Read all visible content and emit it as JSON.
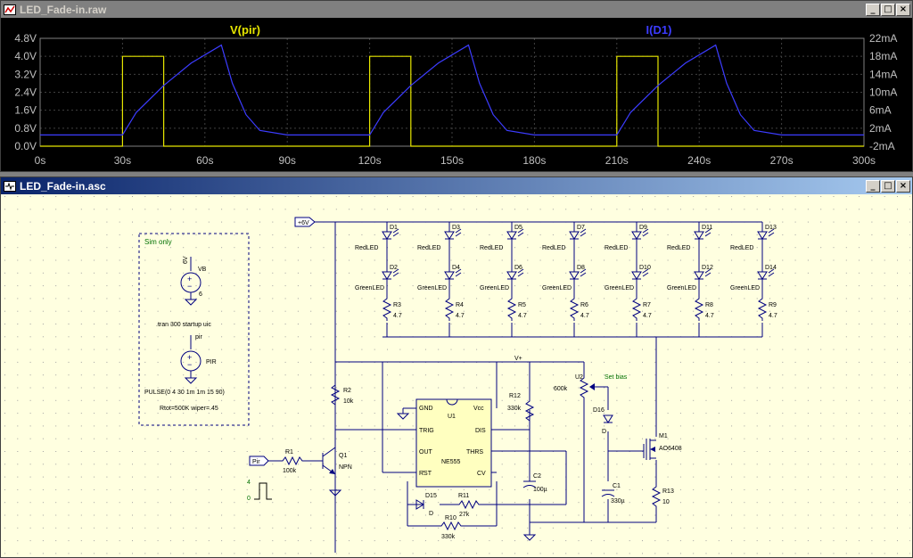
{
  "waveform_window": {
    "title": "LED_Fade-in.raw",
    "trace_labels": {
      "pir": "V(pir)",
      "d1": "I(D1)"
    },
    "colors": {
      "pir": "#e6e600",
      "d1": "#3c3cff",
      "grid": "#404040"
    },
    "y_left_ticks": [
      "4.8V",
      "4.0V",
      "3.2V",
      "2.4V",
      "1.6V",
      "0.8V",
      "0.0V"
    ],
    "y_right_ticks": [
      "22mA",
      "18mA",
      "14mA",
      "10mA",
      "6mA",
      "2mA",
      "-2mA"
    ],
    "x_ticks": [
      "0s",
      "30s",
      "60s",
      "90s",
      "120s",
      "150s",
      "180s",
      "210s",
      "240s",
      "270s",
      "300s"
    ]
  },
  "chart_data": {
    "type": "line",
    "xlabel": "",
    "ylabel": "",
    "x_range": [
      0,
      300
    ],
    "y_left_range": [
      0,
      4.8
    ],
    "y_right_range_mA": [
      -2,
      22
    ],
    "grid": true,
    "series": [
      {
        "name": "V(pir)",
        "axis": "left",
        "x": [
          0,
          30,
          30,
          45,
          45,
          120,
          120,
          135,
          135,
          210,
          210,
          225,
          225,
          300
        ],
        "y": [
          0,
          0,
          4,
          4,
          0,
          0,
          4,
          4,
          0,
          0,
          4,
          4,
          0,
          0
        ]
      },
      {
        "name": "I(D1)",
        "axis": "right",
        "x": [
          0,
          30,
          35,
          45,
          55,
          66,
          70,
          75,
          80,
          90,
          120,
          125,
          135,
          145,
          156,
          160,
          165,
          170,
          180,
          210,
          215,
          225,
          235,
          246,
          250,
          255,
          260,
          270,
          300
        ],
        "y": [
          0.5,
          0.5,
          5.5,
          11.5,
          16.5,
          20.5,
          12,
          5,
          1.5,
          0.5,
          0.5,
          5.5,
          11.5,
          16.5,
          20.5,
          12,
          5,
          1.5,
          0.5,
          0.5,
          5.5,
          11.5,
          16.5,
          20.5,
          12,
          5,
          1.5,
          0.5,
          0.5
        ]
      }
    ]
  },
  "schematic_window": {
    "title": "LED_Fade-in.asc",
    "sim_box": {
      "title": "Sim only",
      "vb_value": "6V",
      "vb_name": "VB",
      "pir_name": "PIR",
      "pir_node": "pir",
      "tran": ".tran 300 startup uic",
      "pulse": "PULSE(0 4 30 1m 1m 15 90)",
      "rtot": "Rtot=500K wiper=.45"
    },
    "net_6v": "+6V",
    "net_vplus": "V+",
    "leds_top": [
      {
        "name": "D1",
        "model": "RedLED"
      },
      {
        "name": "D3",
        "model": "RedLED"
      },
      {
        "name": "D5",
        "model": "RedLED"
      },
      {
        "name": "D7",
        "model": "RedLED"
      },
      {
        "name": "D9",
        "model": "RedLED"
      },
      {
        "name": "D11",
        "model": "RedLED"
      },
      {
        "name": "D13",
        "model": "RedLED"
      }
    ],
    "leds_bottom": [
      {
        "name": "D2",
        "model": "GreenLED"
      },
      {
        "name": "D4",
        "model": "GreenLED"
      },
      {
        "name": "D6",
        "model": "GreenLED"
      },
      {
        "name": "D8",
        "model": "GreenLED"
      },
      {
        "name": "D10",
        "model": "GreenLED"
      },
      {
        "name": "D12",
        "model": "GreenLED"
      },
      {
        "name": "D14",
        "model": "GreenLED"
      }
    ],
    "resistors_led": [
      {
        "name": "R3",
        "value": "4.7"
      },
      {
        "name": "R4",
        "value": "4.7"
      },
      {
        "name": "R5",
        "value": "4.7"
      },
      {
        "name": "R6",
        "value": "4.7"
      },
      {
        "name": "R7",
        "value": "4.7"
      },
      {
        "name": "R8",
        "value": "4.7"
      },
      {
        "name": "R9",
        "value": "4.7"
      }
    ],
    "u1": {
      "name": "U1",
      "part": "NE555",
      "pins": {
        "gnd": "GND",
        "vcc": "Vcc",
        "trig": "TRIG",
        "dis": "DIS",
        "out": "OUT",
        "thrs": "THRS",
        "rst": "RST",
        "cv": "CV"
      }
    },
    "r2": {
      "name": "R2",
      "value": "10k"
    },
    "r12": {
      "name": "R12",
      "value": "330k"
    },
    "u2": {
      "name": "U2",
      "value": "600k",
      "note": "Set bias"
    },
    "d16": {
      "name": "D16",
      "model": "D"
    },
    "m1": {
      "name": "M1",
      "model": "AO6408"
    },
    "q1": {
      "name": "Q1",
      "model": "NPN"
    },
    "r1": {
      "name": "R1",
      "value": "100k"
    },
    "pir_flag": "Pir",
    "pulse_hi": "4",
    "pulse_lo": "0",
    "c2": {
      "name": "C2",
      "value": "100µ"
    },
    "c1": {
      "name": "C1",
      "value": "330µ"
    },
    "d15": {
      "name": "D15",
      "model": "D"
    },
    "r11": {
      "name": "R11",
      "value": "27k"
    },
    "r10": {
      "name": "R10",
      "value": "330k"
    },
    "r13": {
      "name": "R13",
      "value": "10"
    }
  }
}
